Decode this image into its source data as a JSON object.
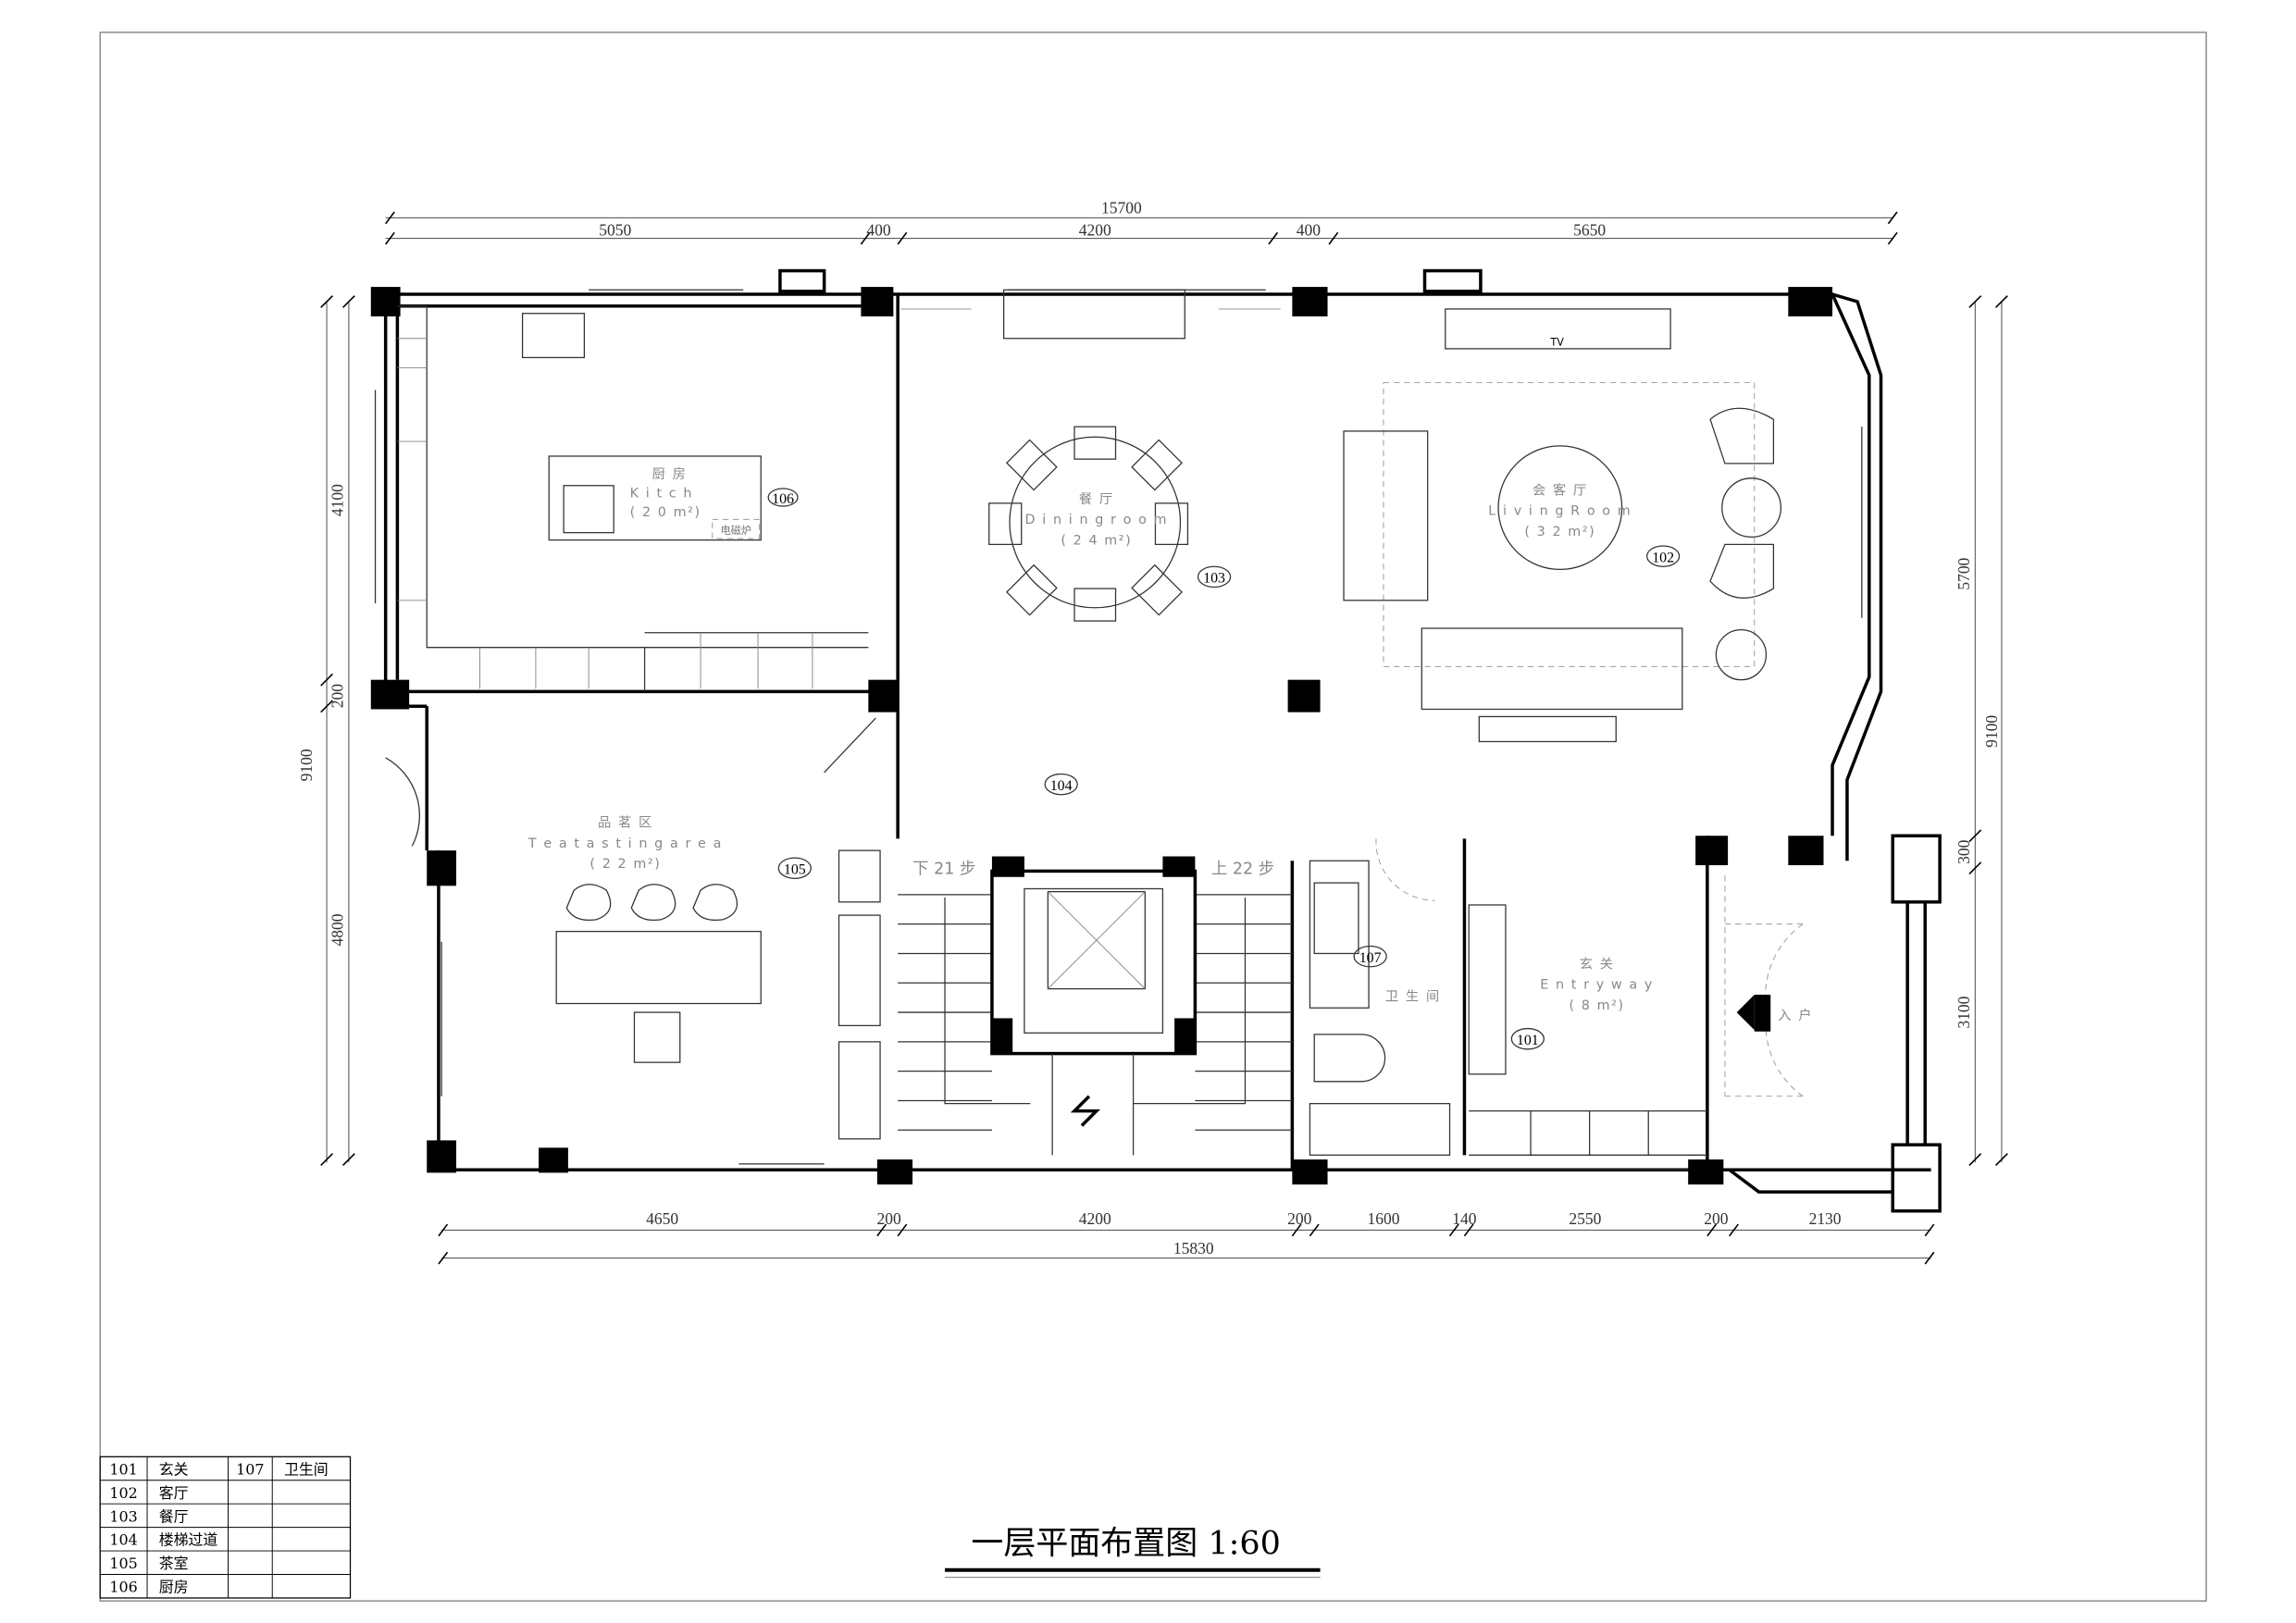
{
  "drawing": {
    "title": "一层平面布置图 1:60",
    "dimensions": {
      "top_total": "15700",
      "top": [
        "5050",
        "400",
        "4200",
        "400",
        "5650"
      ],
      "bottom_total": "15830",
      "bottom": [
        "4650",
        "200",
        "4200",
        "200",
        "1600",
        "140",
        "2550",
        "200",
        "2130"
      ],
      "left_total": "9100",
      "left": [
        "4100",
        "200",
        "4800"
      ],
      "right_total": "9100",
      "right": [
        "5700",
        "300",
        "3100"
      ]
    },
    "rooms": {
      "kitchen": {
        "cn": "厨 房",
        "en": "K i t c h",
        "area": "( 2 0 m²)",
        "tag": "106",
        "appliance": "电磁炉"
      },
      "dining": {
        "cn": "餐 厅",
        "en": "D i n i n g  r o o m",
        "area": "( 2 4 m²)",
        "tag": "103"
      },
      "living": {
        "cn": "会 客 厅",
        "en": "L i v i n g  R o o m",
        "area": "( 3 2 m²)",
        "tag": "102",
        "tv": "TV"
      },
      "corridor": {
        "tag": "104",
        "stair_down": "下 21 步",
        "stair_up": "上 22 步"
      },
      "tea": {
        "cn": "品 茗 区",
        "en": "T e a  t a s t i n g  a r e a",
        "area": "( 2 2 m²)",
        "tag": "105"
      },
      "bathroom": {
        "cn": "卫 生 间",
        "tag": "107"
      },
      "entry": {
        "cn": "玄 关",
        "en": "E n t r y w a y",
        "area": "( 8 m²)",
        "tag": "101",
        "entrance": "入 户"
      }
    }
  },
  "legend": {
    "rows": [
      [
        "101",
        "玄关",
        "107",
        "卫生间"
      ],
      [
        "102",
        "客厅",
        "",
        ""
      ],
      [
        "103",
        "餐厅",
        "",
        ""
      ],
      [
        "104",
        "楼梯过道",
        "",
        ""
      ],
      [
        "105",
        "茶室",
        "",
        ""
      ],
      [
        "106",
        "厨房",
        "",
        ""
      ]
    ]
  }
}
